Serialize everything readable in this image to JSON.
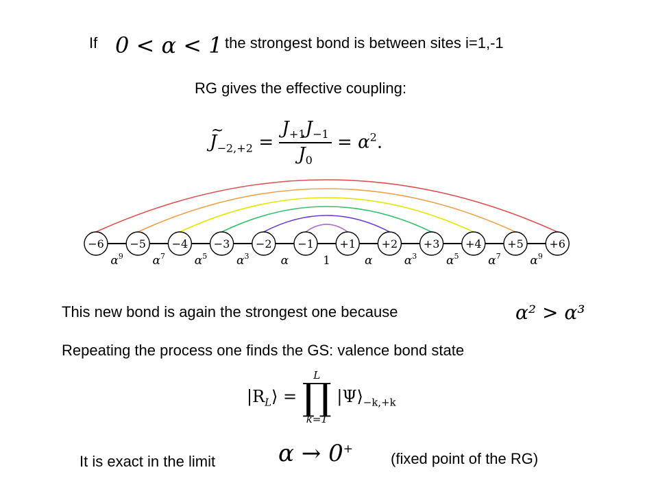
{
  "line1": {
    "prefix": "If",
    "condition": "0 < α < 1",
    "rest": "the strongest bond is between sites i=1,-1"
  },
  "line2": {
    "text": "RG gives the effective coupling:"
  },
  "formula_coupling": {
    "lhs_symbol": "J",
    "lhs_sub": "−2,+2",
    "num_a": "J",
    "num_a_sub": "+1",
    "num_b": "J",
    "num_b_sub": "−1",
    "den": "J",
    "den_sub": "0",
    "rhs": "= α",
    "rhs_sup": "2",
    "end": "."
  },
  "chain": {
    "sites": [
      "−6",
      "−5",
      "−4",
      "−3",
      "−2",
      "−1",
      "+1",
      "+2",
      "+3",
      "+4",
      "+5",
      "+6"
    ],
    "bond_labels": [
      "α",
      "α",
      "α",
      "α",
      "α",
      "1",
      "α",
      "α",
      "α",
      "α",
      "α"
    ],
    "bond_powers": [
      "9",
      "7",
      "5",
      "3",
      "",
      "",
      "",
      "3",
      "5",
      "7",
      "9"
    ],
    "arc_colors": [
      "#b070d0",
      "#6a3fcf",
      "#33c16a",
      "#e6e600",
      "#f2a04a",
      "#e05050"
    ]
  },
  "line3": {
    "text": "This new bond is again the strongest one because",
    "formula": "α² > α³"
  },
  "line4": {
    "text": "Repeating the process one finds the GS: valence bond state"
  },
  "formula_state": {
    "lhs": "|R",
    "lhs_sub": "L",
    "lhs_end": "⟩ =",
    "prod_top": "L",
    "prod_bottom": "k=1",
    "term": "|Ψ⟩",
    "term_sub": "−k,+k"
  },
  "line5": {
    "text": "It is exact in the limit",
    "formula": "α → 0",
    "formula_sup": "+",
    "note": "(fixed point of the RG)"
  }
}
